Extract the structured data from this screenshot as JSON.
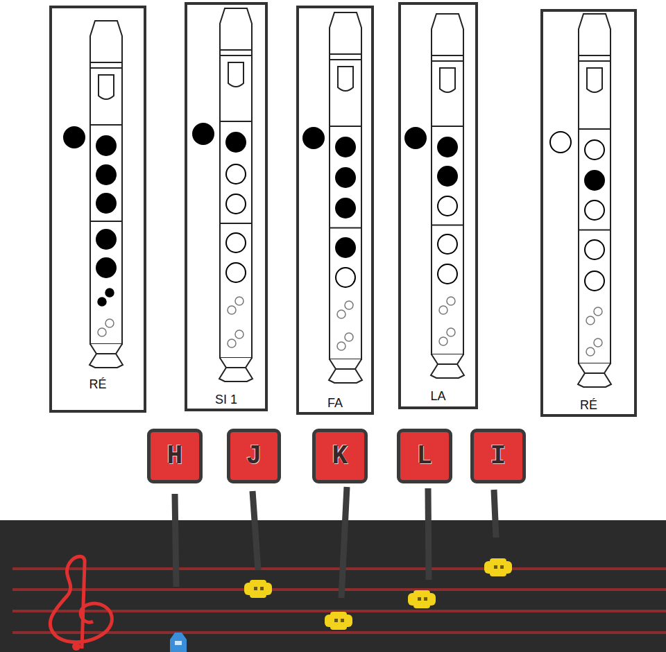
{
  "diagram": {
    "nodes": [
      {
        "text": [
          "RÉ"
        ]
      },
      {
        "text": [
          "SI 1"
        ]
      },
      {
        "text": [
          "FA"
        ]
      },
      {
        "text": [
          "LA"
        ]
      },
      {
        "text": [
          "RÉ"
        ]
      },
      {
        "text": [
          "H"
        ]
      },
      {
        "text": [
          "J"
        ]
      },
      {
        "text": [
          "K"
        ]
      },
      {
        "text": [
          "L"
        ]
      },
      {
        "text": [
          "I"
        ]
      }
    ]
  }
}
